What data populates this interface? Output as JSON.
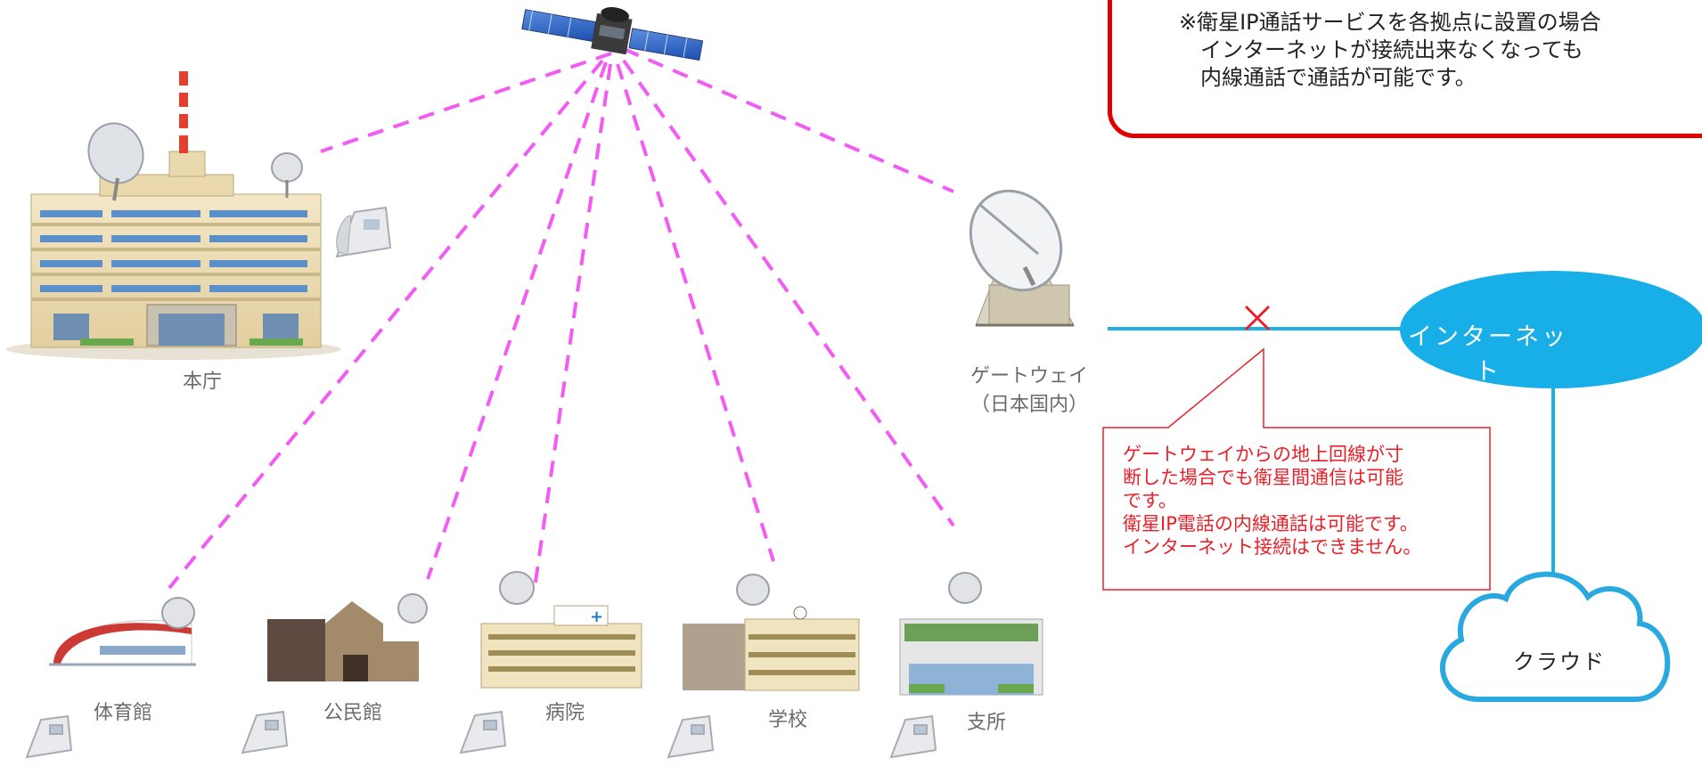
{
  "note": {
    "lines": [
      "※衛星IP通話サービスを各拠点に設置の場合",
      "　インターネットが接続出来なくなっても",
      "　内線通話で通話が可能です。"
    ]
  },
  "nodes": {
    "honcho": "本庁",
    "gateway_line1": "ゲートウェイ",
    "gateway_line2": "（日本国内）",
    "gym": "体育館",
    "community_hall": "公民館",
    "hospital": "病院",
    "school": "学校",
    "branch": "支所",
    "internet": "インターネット",
    "cloud": "クラウド"
  },
  "callout": {
    "lines": [
      "ゲートウェイからの地上回線が寸",
      "断した場合でも衛星間通信は可能",
      "です。",
      "衛星IP電話の内線通話は可能です。",
      "インターネット接続はできません。"
    ]
  },
  "colors": {
    "satellite_link": "#f25cf2",
    "ground_line": "#1fb0e6",
    "internet_fill": "#18aee8",
    "alert_red": "#e00000"
  },
  "icons": [
    "satellite-icon",
    "building-icon",
    "antenna-dish-icon",
    "phone-icon",
    "cloud-icon",
    "cross-mark-icon"
  ]
}
